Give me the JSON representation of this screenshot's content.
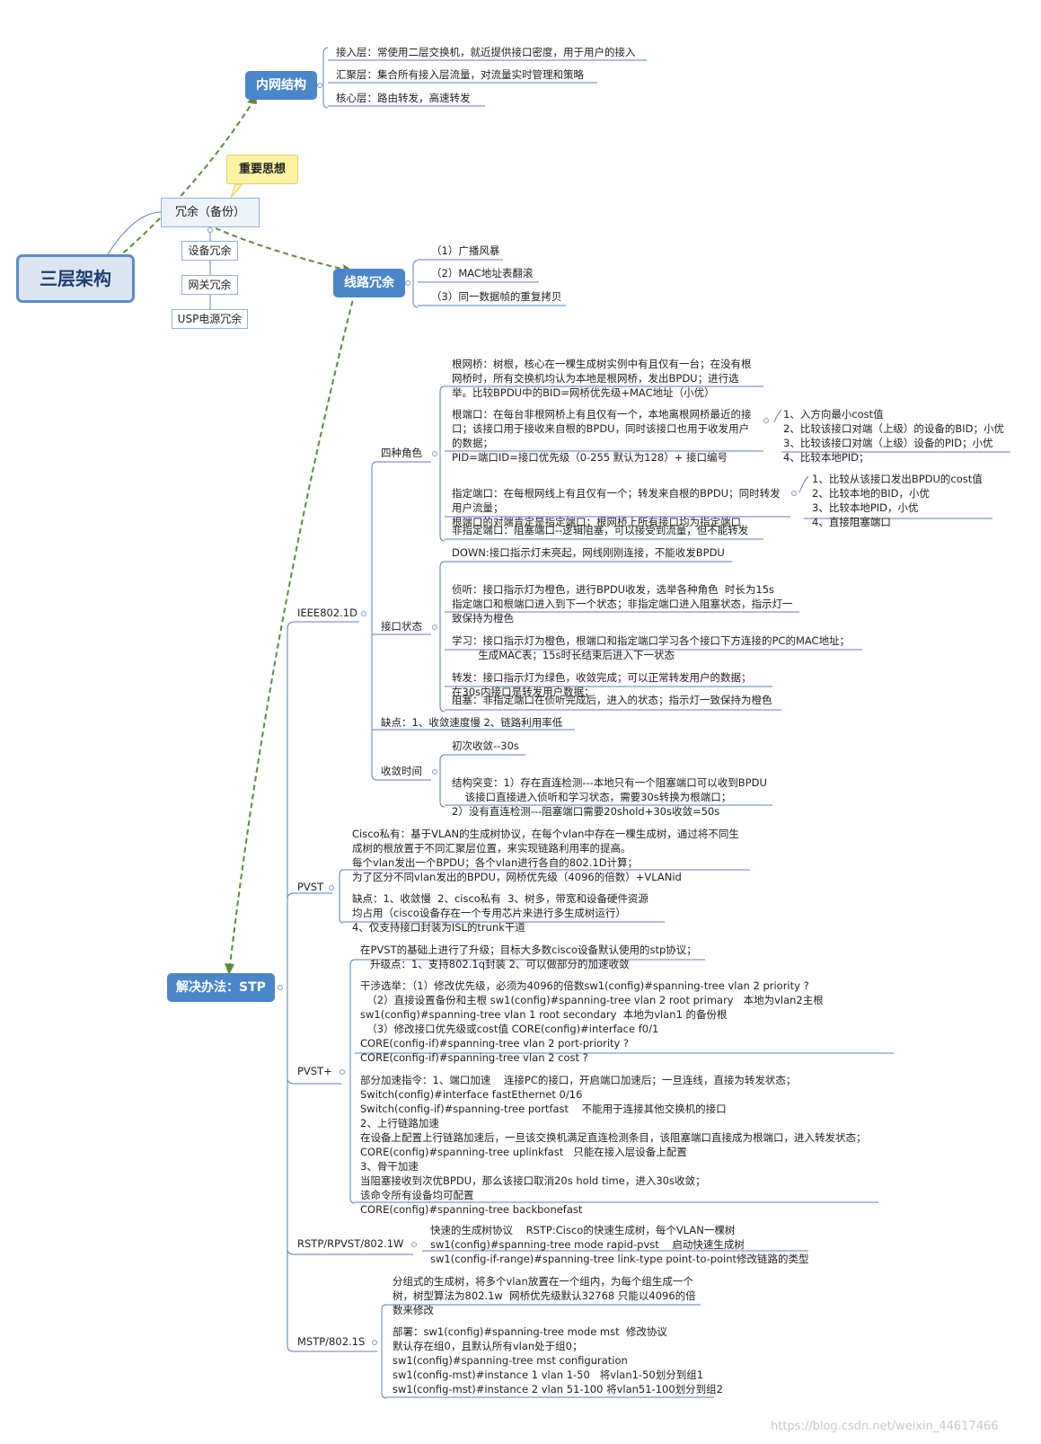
{
  "root": "三层架构",
  "callout": "重要思想",
  "neiwang": {
    "title": "内网结构",
    "items": [
      "接入层：常使用二层交换机，就近提供接口密度，用于用户的接入",
      "汇聚层：集合所有接入层流量，对流量实时管理和策略",
      "核心层：路由转发，高速转发"
    ]
  },
  "rongyu": {
    "title": "冗余（备份）",
    "items": [
      "设备冗余",
      "网关冗余",
      "USP电源冗余"
    ]
  },
  "xianlu": {
    "title": "线路冗余",
    "items": [
      "（1）广播风暴",
      "（2）MAC地址表翻滚",
      "（3）同一数据帧的重复拷贝"
    ]
  },
  "stp": {
    "title": "解决办法：STP",
    "ieee": {
      "label": "IEEE802.1D",
      "roles_label": "四种角色",
      "root_bridge": [
        "根网桥：树根，核心在一棵生成树实例中有且仅有一台；在没有根",
        "网桥时，所有交换机均认为本地是根网桥，发出BPDU；进行选",
        "举。比较BPDU中的BID=网桥优先级+MAC地址（小优）"
      ],
      "root_port": [
        "根端口：在每台非根网桥上有且仅有一个，本地离根网桥最近的接",
        "口；该接口用于接收来自根的BPDU，同时该接口也用于收发用户",
        "的数据；",
        "PID=端口ID=接口优先级（0-255 默认为128）+ 接口编号"
      ],
      "root_port_rules": [
        "1、入方向最小cost值",
        "2、比较该接口对端（上级）的设备的BID；小优",
        "3、比较该接口对端（上级）设备的PID；小优",
        "4、比较本地PID；"
      ],
      "designated_port": [
        "指定端口：在每根网线上有且仅有一个；转发来自根的BPDU；同时转发",
        "用户流量；",
        "根端口的对端肯定是指定端口；根网桥上所有接口均为指定端口"
      ],
      "designated_rules": [
        "1、比较从该接口发出BPDU的cost值",
        "2、比较本地的BID，小优",
        "3、比较本地PID，小优",
        "4、直接阻塞端口"
      ],
      "non_designated": "非指定端口：阻塞端口--逻辑阻塞，可以接受到流量，但不能转发",
      "states_label": "接口状态",
      "down": "DOWN:接口指示灯未亮起，网线刚刚连接，不能收发BPDU",
      "listen": [
        "侦听：接口指示灯为橙色，进行BPDU收发，选举各种角色  时长为15s",
        "指定端口和根端口进入到下一个状态；非指定端口进入阻塞状态，指示灯一",
        "致保持为橙色"
      ],
      "learn": [
        "学习：接口指示灯为橙色，根端口和指定端口学习各个接口下方连接的PC的MAC地址；",
        "        生成MAC表；15s时长结束后进入下一状态"
      ],
      "forward": [
        "转发：接口指示灯为绿色，收敛完成；可以正常转发用户的数据；",
        "在30s内接口是转发用户数据；"
      ],
      "block": "阻塞：非指定端口在侦听完成后，进入的状态；指示灯一致保持为橙色",
      "weakness": "缺点：1、收敛速度慢 2、链路利用率低",
      "conv_label": "收敛时间",
      "conv1": "初次收敛--30s",
      "conv2": [
        "结构突变：1）存在直连检测---本地只有一个阻塞端口可以收到BPDU",
        "    该接口直接进入侦听和学习状态，需要30s转换为根端口；",
        "2）没有直连检测---阻塞端口需要20shold+30s收敛=50s"
      ]
    },
    "pvst": {
      "label": "PVST",
      "desc": [
        "Cisco私有：基于VLAN的生成树协议，在每个vlan中存在一棵生成树，通过将不同生",
        "成树的根放置于不同汇聚层位置，来实现链路利用率的提高。",
        "每个vlan发出一个BPDU；各个vlan进行各自的802.1D计算；",
        "为了区分不同vlan发出的BPDU，网桥优先级（4096的倍数）+VLANid"
      ],
      "cons": [
        "缺点：1、收敛慢  2、cisco私有  3、树多，带宽和设备硬件资源",
        "均占用（cisco设备存在一个专用芯片来进行多生成树运行）",
        "4、仅支持接口封装为ISL的trunk干道"
      ]
    },
    "pvstplus": {
      "label": "PVST+",
      "desc": [
        "在PVST的基础上进行了升级；目标大多数cisco设备默认使用的stp协议；",
        "   升级点：1、支持802.1q封装 2、可以做部分的加速收敛"
      ],
      "elect": [
        "干涉选举：（1）修改优先级，必须为4096的倍数sw1(config)#spanning-tree vlan 2 priority ?",
        "  （2）直接设置备份和主根 sw1(config)#spanning-tree vlan 2 root primary   本地为vlan2主根",
        "sw1(config)#spanning-tree vlan 1 root secondary  本地为vlan1 的备份根",
        "  （3）修改接口优先级或cost值 CORE(config)#interface f0/1",
        "CORE(config-if)#spanning-tree vlan 2 port-priority ?",
        "CORE(config-if)#spanning-tree vlan 2 cost ?"
      ],
      "speed": [
        "部分加速指令：1、端口加速    连接PC的接口，开启端口加速后；一旦连线，直接为转发状态；",
        "Switch(config)#interface fastEthernet 0/16",
        "Switch(config-if)#spanning-tree portfast    不能用于连接其他交换机的接口",
        "2、上行链路加速",
        "在设备上配置上行链路加速后，一旦该交换机满足直连检测条目，该阻塞端口直接成为根端口，进入转发状态；",
        "CORE(config)#spanning-tree uplinkfast   只能在接入层设备上配置",
        "3、骨干加速",
        "当阻塞接收到次优BPDU，那么该接口取消20s hold time，进入30s收敛；",
        "该命令所有设备均可配置",
        "CORE(config)#spanning-tree backbonefast"
      ]
    },
    "rstp": {
      "label": "RSTP/RPVST/802.1W",
      "desc": [
        "快速的生成树协议    RSTP:Cisco的快速生成树，每个VLAN一棵树",
        "sw1(config)#spanning-tree mode rapid-pvst    启动快速生成树",
        "sw1(config-if-range)#spanning-tree link-type point-to-point修改链路的类型"
      ]
    },
    "mstp": {
      "label": "MSTP/802.1S",
      "desc": [
        "分组式的生成树，将多个vlan放置在一个组内，为每个组生成一个",
        "树，树型算法为802.1w  网桥优先级默认32768 只能以4096的倍",
        "数来修改"
      ],
      "deploy": [
        "部署：sw1(config)#spanning-tree mode mst  修改协议",
        "默认存在组0，且默认所有vlan处于组0；",
        "sw1(config)#spanning-tree mst configuration",
        "sw1(config-mst)#instance 1 vlan 1-50   将vlan1-50划分到组1",
        "sw1(config-mst)#instance 2 vlan 51-100 将vlan51-100划分到组2"
      ]
    }
  },
  "watermark": "https://blog.csdn.net/weixin_44617466",
  "colors": {
    "node_blue": "#4a86c8",
    "line": "#5b7fb5",
    "dash": "#5a8a3a",
    "callout": "#fff3a6"
  }
}
